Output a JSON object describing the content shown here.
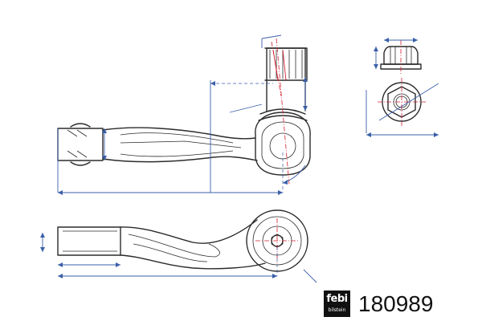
{
  "brand": {
    "logo_text": "febi",
    "logo_subtext": "bilstein",
    "brand_color": "#111111"
  },
  "part_number": "180989",
  "colors": {
    "outline": "#2b2b2b",
    "dimension": "#3a5fa8",
    "centerline": "#d21f2f"
  }
}
